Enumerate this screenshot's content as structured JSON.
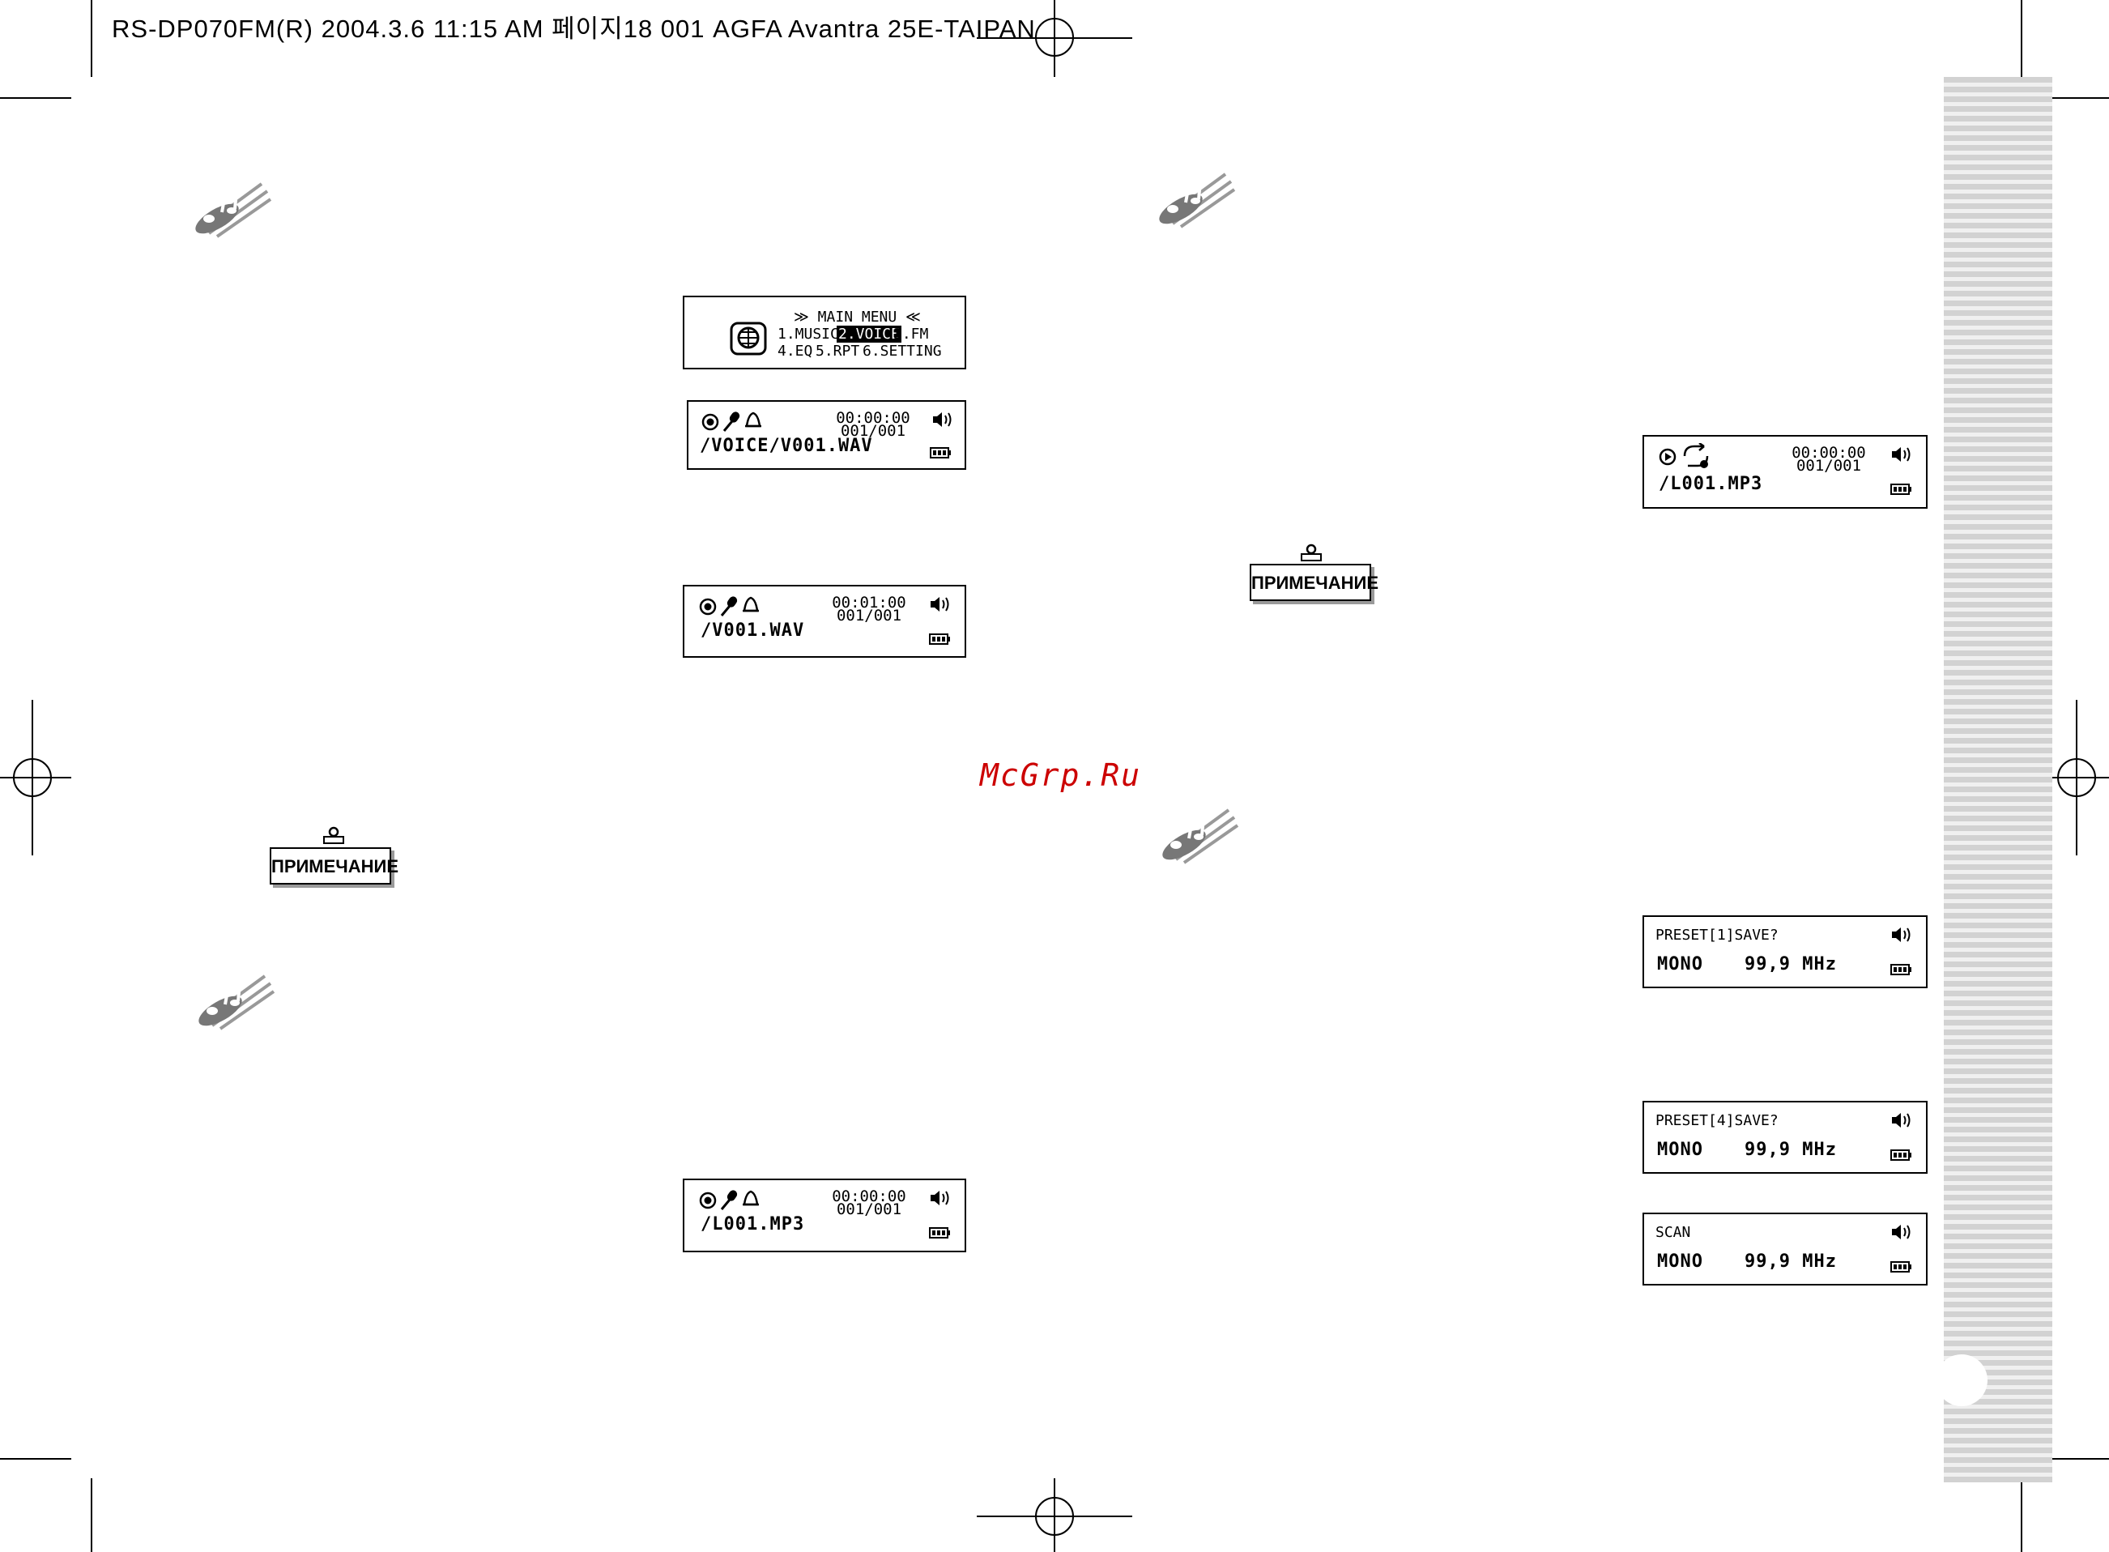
{
  "header": {
    "text": "RS-DP070FM(R) 2004.3.6 11:15 AM 페이지18  001 AGFA Avantra 25E-TAIPAN"
  },
  "watermark": "McGrp.Ru",
  "notes": {
    "left": "ПРИМЕЧАНИЕ",
    "right": "ПРИМЕЧАНИЕ"
  },
  "screens": {
    "main_menu": {
      "title": "≫ MAIN  MENU ≪",
      "item1": "1.MUSIC",
      "item2_selected": "2.VOICE",
      "item3": "3.FM",
      "item4": "4.EQ",
      "item5": "5.RPT",
      "item6": "6.SETTING"
    },
    "voice_record": {
      "time": "00:00:00",
      "count": "001/001",
      "file": "/VOICE/V001.WAV"
    },
    "voice_playing": {
      "time": "00:01:00",
      "count": "001/001",
      "file": "/V001.WAV"
    },
    "line_in": {
      "time": "00:00:00",
      "count": "001/001",
      "file": "/L001.MP3"
    },
    "music_play": {
      "time": "00:00:00",
      "count": "001/001",
      "file": "/L001.MP3"
    },
    "preset1": {
      "top": "PRESET[1]SAVE?",
      "mode": "MONO",
      "freq": "99,9 MHz"
    },
    "preset4": {
      "top": "PRESET[4]SAVE?",
      "mode": "MONO",
      "freq": "99,9 MHz"
    },
    "scan": {
      "top": "SCAN",
      "mode": "MONO",
      "freq": "99,9 MHz"
    }
  },
  "icons": [
    "music-note-logo-icon",
    "record-icon",
    "microphone-icon",
    "bell-icon",
    "speaker-icon",
    "battery-icon",
    "globe-icon",
    "play-icon",
    "repeat-icon"
  ]
}
